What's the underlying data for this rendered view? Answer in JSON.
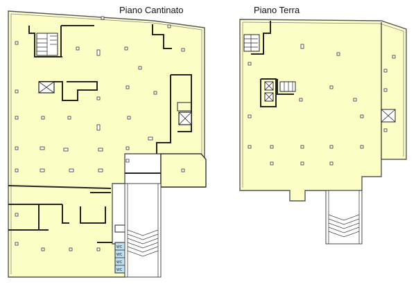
{
  "titles": {
    "basement": "Piano Cantinato",
    "ground": "Piano Terra"
  },
  "wc": [
    "WC",
    "WC",
    "WC",
    "WC"
  ],
  "colors": {
    "floor": "#FDFDC6",
    "wall": "#222222",
    "outline": "#555555",
    "wc_floor": "#BFE0F2",
    "ramp": "#FFFFFF"
  }
}
